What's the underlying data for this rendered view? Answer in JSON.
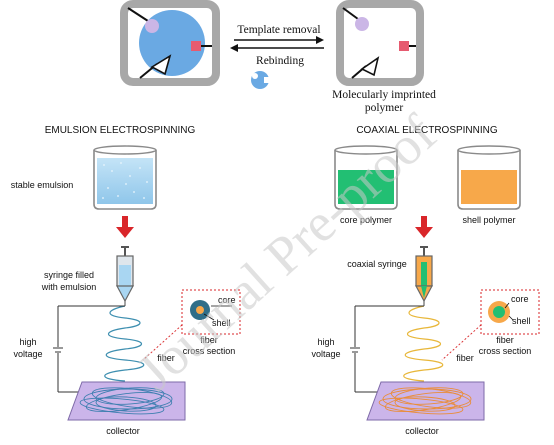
{
  "top": {
    "arrow_forward_label": "Template removal",
    "arrow_back_label": "Rebinding",
    "mip_label_line1": "Molecularly imprinted",
    "mip_label_line2": "polymer"
  },
  "emulsion": {
    "title": "EMULSION ELECTROSPINNING",
    "beaker_label": "stable emulsion",
    "syringe_label_line1": "syringe filled",
    "syringe_label_line2": "with emulsion",
    "voltage_label_line1": "high",
    "voltage_label_line2": "voltage",
    "fiber_label": "fiber",
    "cross_label_line1": "fiber",
    "cross_label_line2": "cross section",
    "core_label": "core",
    "shell_label": "shell",
    "collector_label": "collector"
  },
  "coaxial": {
    "title": "COAXIAL ELECTROSPINNING",
    "core_beaker_label": "core polymer",
    "shell_beaker_label": "shell polymer",
    "syringe_label": "coaxial syringe",
    "voltage_label_line1": "high",
    "voltage_label_line2": "voltage",
    "fiber_label": "fiber",
    "cross_label_line1": "fiber",
    "cross_label_line2": "cross section",
    "core_label": "core",
    "shell_label": "shell",
    "collector_label": "collector"
  },
  "watermark": "Journal Pre-proof",
  "colors": {
    "emulsion_liquid": "#a9d6f2",
    "core_polymer": "#22bf73",
    "shell_polymer": "#f7a84a",
    "emulsion_fiber": "#3e8fb0",
    "coaxial_fiber": "#e8b73a",
    "collector": "#cbb5ea",
    "arrow_red": "#d9262a",
    "template_blue": "#6aa9e3"
  }
}
